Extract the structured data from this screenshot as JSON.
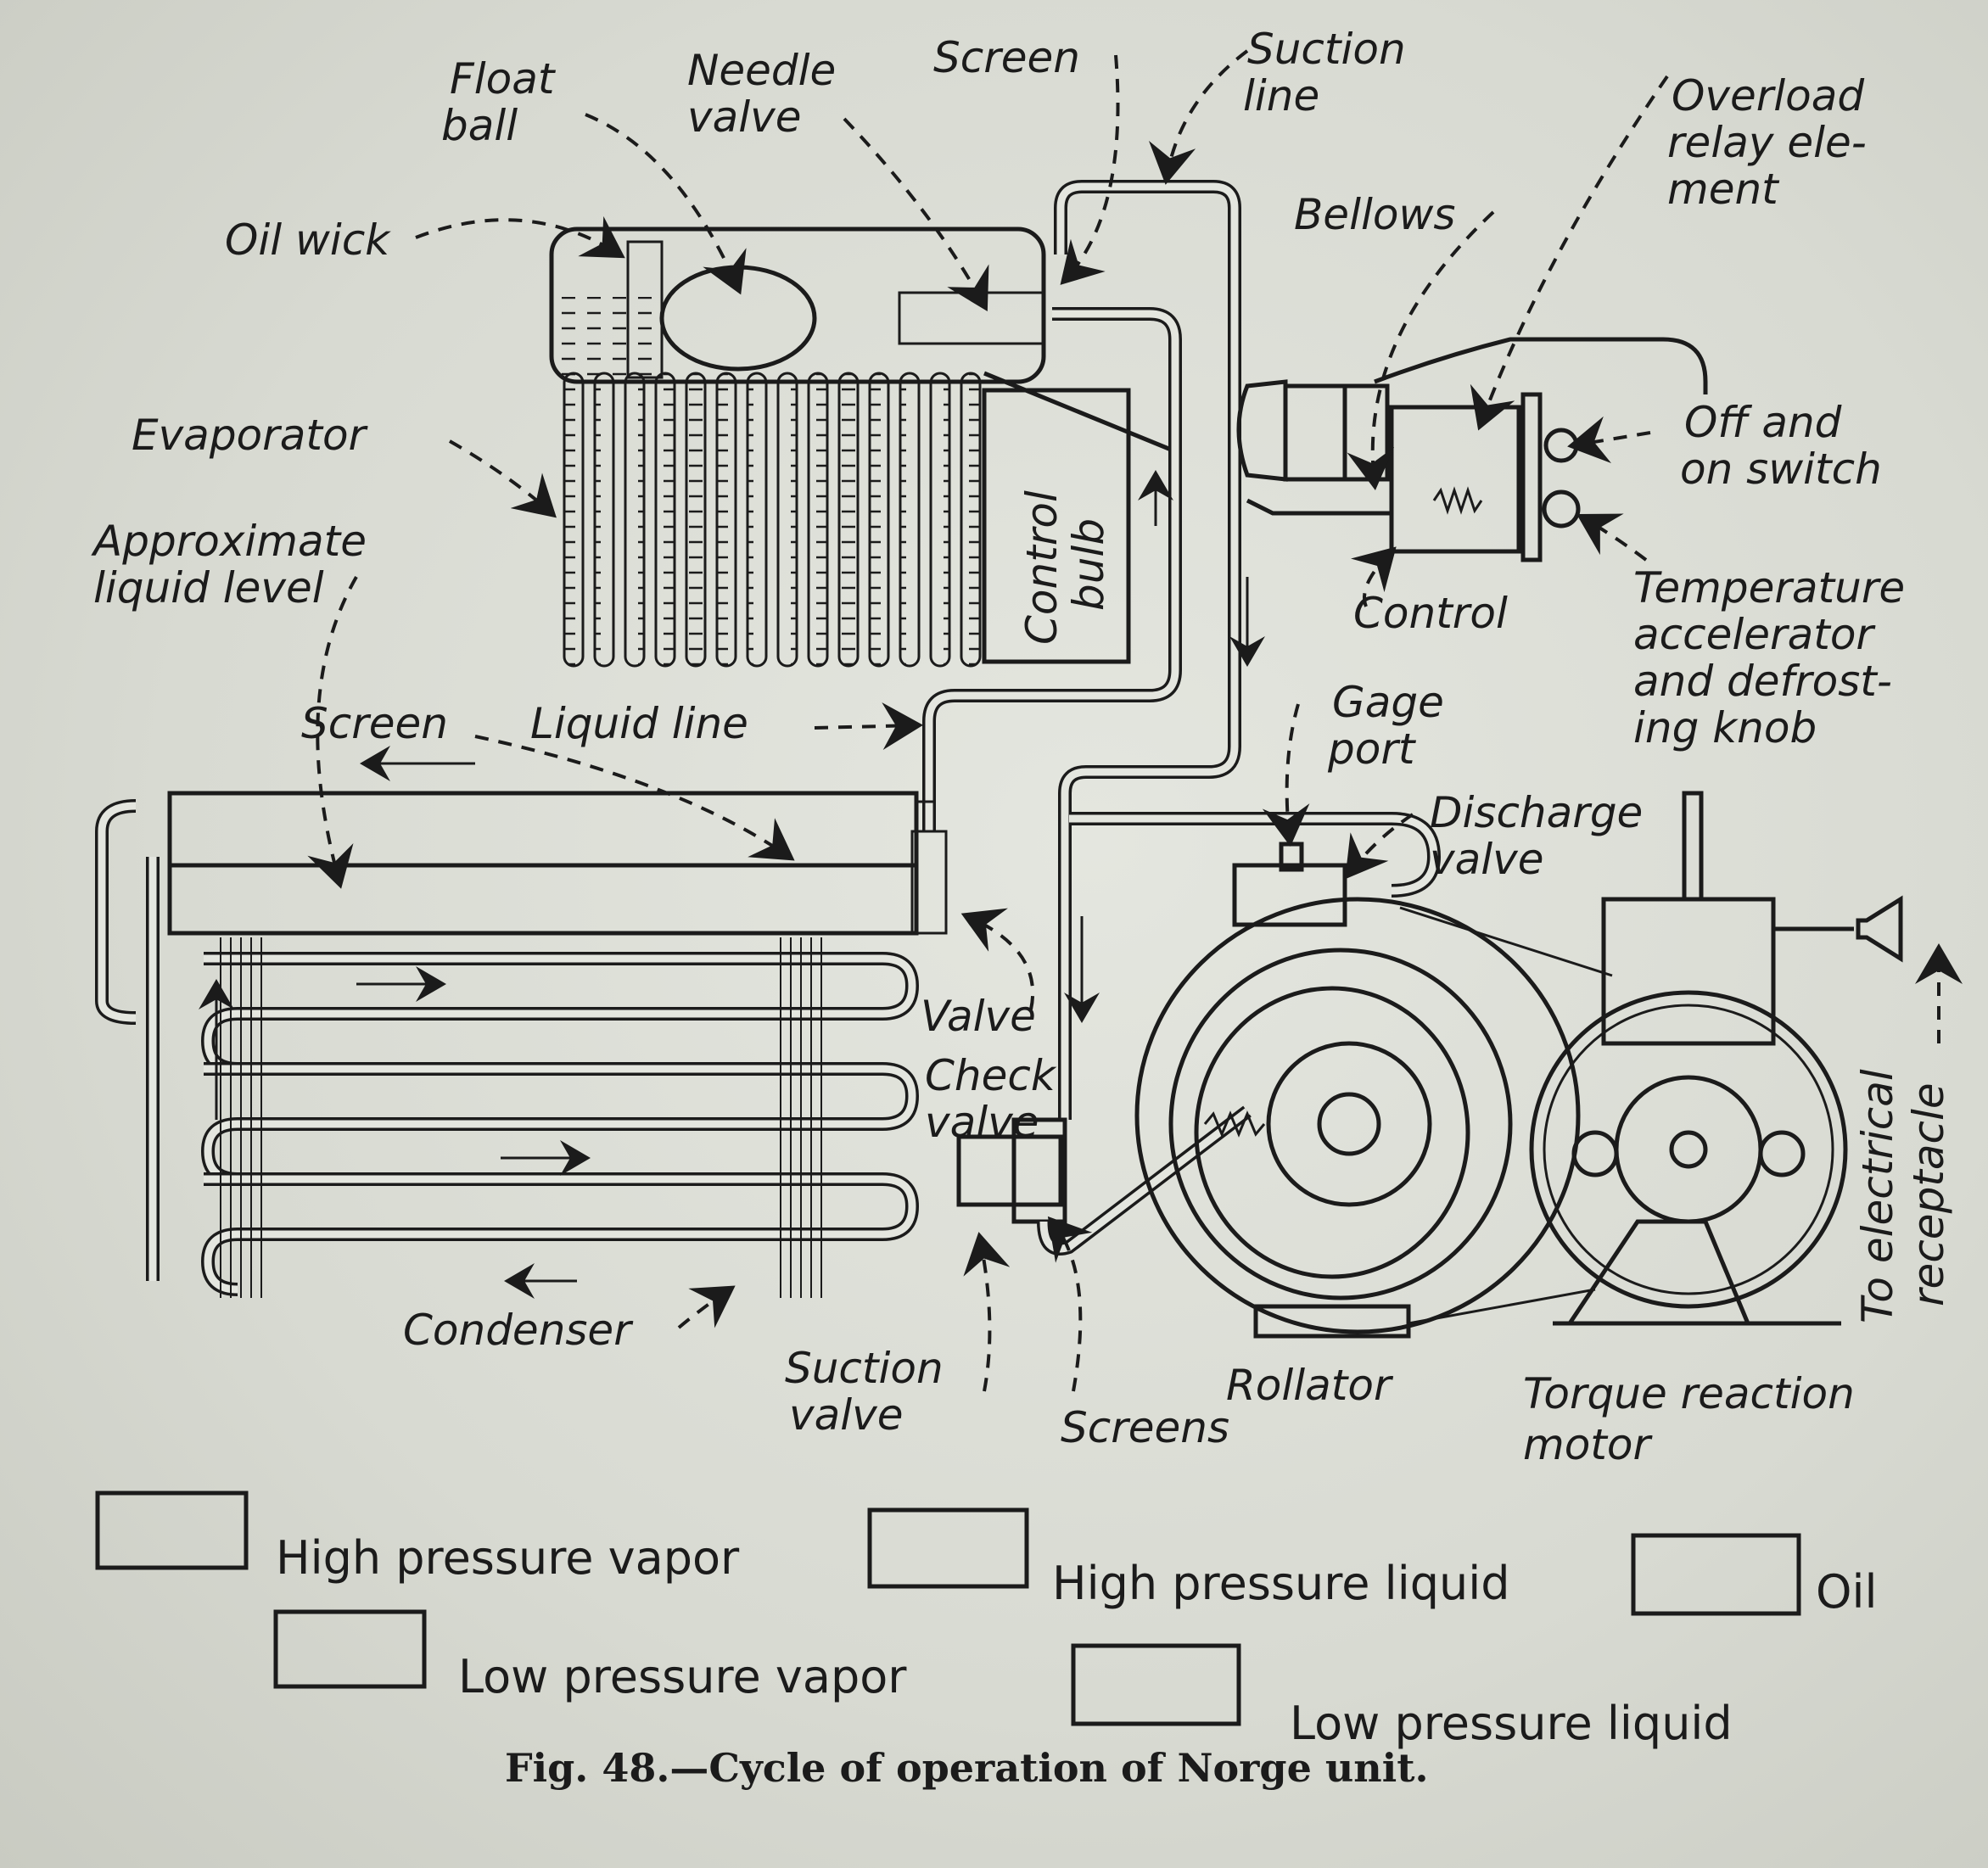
{
  "figure": {
    "caption": "Fig. 48.—Cycle of operation of Norge unit."
  },
  "labels": {
    "float_ball": [
      "Float",
      "ball"
    ],
    "needle_valve": [
      "Needle",
      "valve"
    ],
    "screen_top": "Screen",
    "suction_line": [
      "Suction",
      "line"
    ],
    "overload_relay": [
      "Overload",
      "relay ele-",
      "ment"
    ],
    "oil_wick": "Oil wick",
    "bellows": "Bellows",
    "evaporator": "Evaporator",
    "off_on_switch": [
      "Off and",
      "on switch"
    ],
    "approx_liquid_level": [
      "Approximate",
      "liquid level"
    ],
    "control_bulb": [
      "Control",
      "bulb"
    ],
    "control": "Control",
    "temperature_knob": [
      "Temperature",
      "accelerator",
      "and defrost-",
      "ing knob"
    ],
    "screen_left": "Screen",
    "liquid_line": "Liquid line",
    "gage_port": [
      "Gage",
      "port"
    ],
    "discharge_valve": [
      "Discharge",
      "valve"
    ],
    "valve": "Valve",
    "check_valve": [
      "Check",
      "valve"
    ],
    "to_electrical_receptacle": [
      "To electrical",
      "receptacle"
    ],
    "condenser": "Condenser",
    "suction_valve": [
      "Suction",
      "valve"
    ],
    "screens": "Screens",
    "rollator": "Rollator",
    "torque_motor": [
      "Torque reaction",
      "motor"
    ]
  },
  "legend": [
    {
      "pattern": "fine-dots",
      "label": "High pressure vapor"
    },
    {
      "pattern": "horizontal-lines",
      "label": "High pressure liquid"
    },
    {
      "pattern": "vertical-lines",
      "label": "Oil"
    },
    {
      "pattern": "circles",
      "label": "Low pressure vapor"
    },
    {
      "pattern": "dashed-lines",
      "label": "Low pressure liquid"
    }
  ]
}
